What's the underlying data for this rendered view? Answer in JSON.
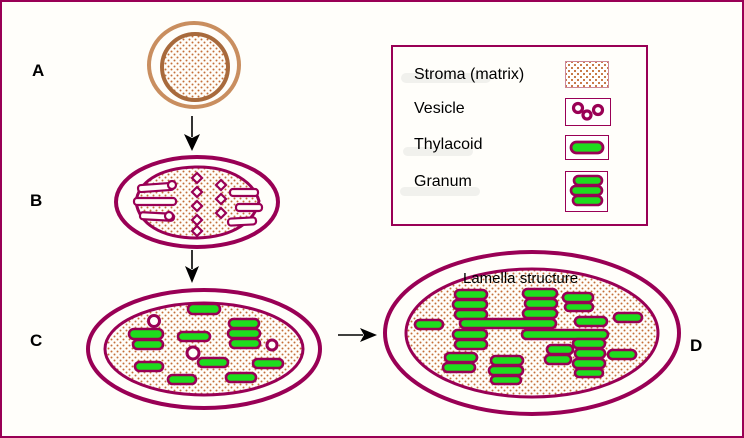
{
  "stages": [
    {
      "label": "A"
    },
    {
      "label": "B"
    },
    {
      "label": "C"
    },
    {
      "label": "D"
    }
  ],
  "annotations": {
    "lamella_label": "Lamella structure"
  },
  "legend": {
    "items": [
      {
        "label": "Stroma (matrix)",
        "swatch": "stroma-dotted-pattern"
      },
      {
        "label": "Vesicle",
        "swatch": "vesicle-rings"
      },
      {
        "label": "Thylacoid",
        "swatch": "thylakoid-green-bar"
      },
      {
        "label": "Granum",
        "swatch": "granum-stack"
      }
    ]
  },
  "colors": {
    "membrane_magenta": "#990055",
    "thylakoid_green": "#1EDC1E",
    "proplastid_outer_tan": "#C98E5F",
    "proplastid_inner_brown": "#A86A3C",
    "stroma_dot_orange": "#C4703A",
    "stroma_swatch_border_pink": "#CC8899",
    "text_black": "#000000",
    "background": "#FFFEFA"
  }
}
